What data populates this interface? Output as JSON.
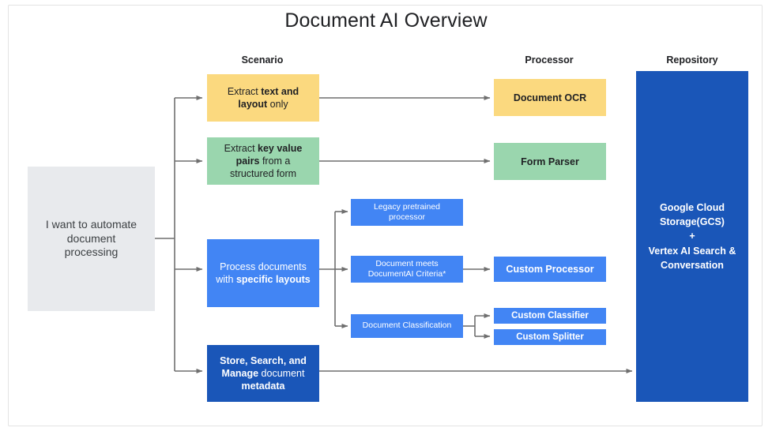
{
  "title": "Document AI Overview",
  "columns": [
    {
      "label": "Scenario"
    },
    {
      "label": "Processor"
    },
    {
      "label": "Repository"
    }
  ],
  "entry": {
    "line1": "I want to automate",
    "line2": "document",
    "line3": "processing"
  },
  "scenarios": [
    {
      "name": "extract-text-and-layout",
      "color": "#fbd97f",
      "line1_pre": "Extract ",
      "line1_bold": "text and",
      "line2_bold": "layout",
      "line2_post": " only"
    },
    {
      "name": "extract-key-value-pairs",
      "color": "#9ad6ae",
      "line1_pre": "Extract ",
      "line1_bold": "key value",
      "line2_bold": "pairs",
      "line2_post": " from a",
      "line3": "structured form"
    },
    {
      "name": "process-specific-layouts",
      "color": "#4285f4",
      "line1": "Process documents",
      "line2_pre": "with ",
      "line2_bold": "specific layouts"
    },
    {
      "name": "store-search-manage",
      "color": "#1a56b8",
      "line1_bold": "Store, Search, and",
      "line2_bold": "Manage",
      "line2_post": " document",
      "line3_bold": "metadata"
    }
  ],
  "middle_nodes": [
    {
      "name": "legacy-pretrained-processor",
      "line1": "Legacy pretrained",
      "line2": "processor",
      "color": "#4285f4"
    },
    {
      "name": "document-meets-criteria",
      "line1": "Document meets",
      "line2": "DocumentAI Criteria*",
      "color": "#4285f4"
    },
    {
      "name": "document-classification",
      "line1": "Document Classification",
      "color": "#4285f4"
    }
  ],
  "processors": [
    {
      "name": "document-ocr",
      "label": "Document OCR",
      "color": "#fbd97f"
    },
    {
      "name": "form-parser",
      "label": "Form Parser",
      "color": "#9ad6ae"
    },
    {
      "name": "custom-processor",
      "label": "Custom Processor",
      "color": "#4285f4"
    },
    {
      "name": "custom-classifier",
      "label": "Custom Classifier",
      "color": "#4285f4"
    },
    {
      "name": "custom-splitter",
      "label": "Custom Splitter",
      "color": "#4285f4"
    }
  ],
  "repository": {
    "line1": "Google Cloud",
    "line2": "Storage(GCS)",
    "line3": "+",
    "line4": "Vertex AI Search &",
    "line5": "Conversation",
    "color": "#1a56b8"
  }
}
